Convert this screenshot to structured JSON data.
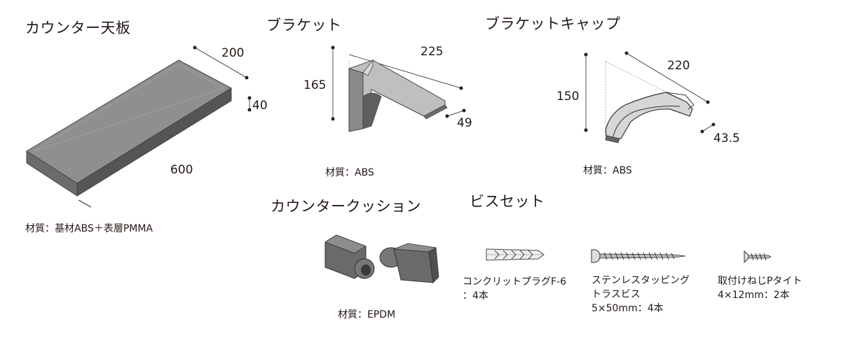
{
  "counter_top": {
    "title": "カウンター天板",
    "dim_depth": "200",
    "dim_thickness": "40",
    "dim_width": "600",
    "material": "材質：基材ABS＋表層PMMA"
  },
  "bracket": {
    "title": "ブラケット",
    "dim_length": "225",
    "dim_height": "165",
    "dim_width": "49",
    "material": "材質：ABS"
  },
  "bracket_cap": {
    "title": "ブラケットキャップ",
    "dim_length": "220",
    "dim_height": "150",
    "dim_width": "43.5",
    "material": "材質：ABS"
  },
  "counter_cushion": {
    "title": "カウンタークッション",
    "material": "材質：EPDM"
  },
  "screw_set": {
    "title": "ビスセット",
    "items": [
      {
        "name": "コンクリットプラグF-6",
        "qty": "：4本"
      },
      {
        "name": "ステンレスタッピング",
        "name2": "トラスビス",
        "qty": "5×50mm：4本"
      },
      {
        "name": "取付けねじPタイト",
        "qty": "4×12mm：2本"
      }
    ]
  }
}
